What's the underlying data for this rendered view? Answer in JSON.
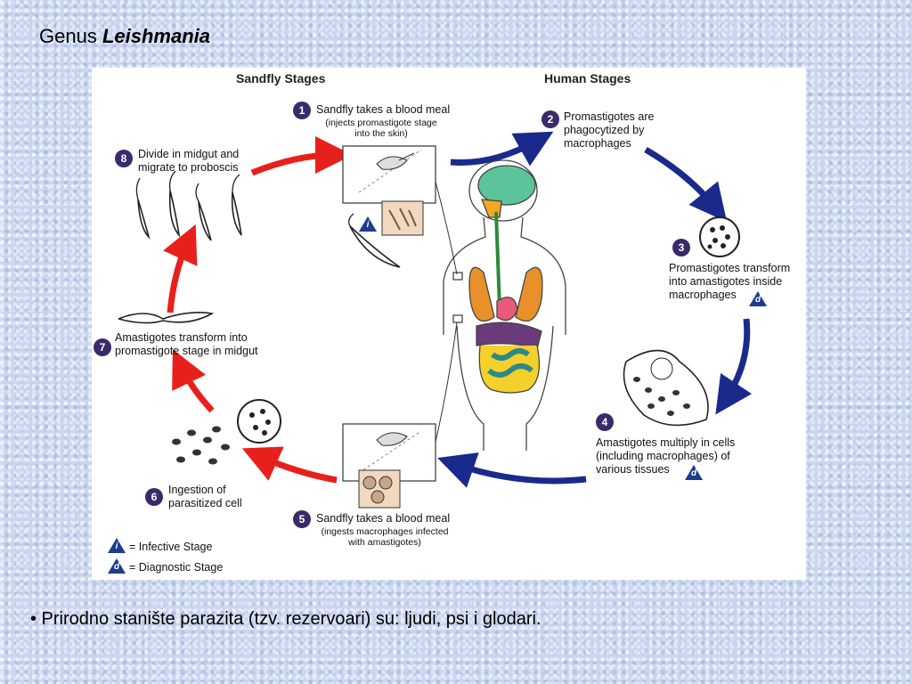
{
  "slide": {
    "title_prefix": "Genus ",
    "title_genus": "Leishmania",
    "bullet": "• Prirodno stanište parazita (tzv. rezervoari) su: ljudi, psi i glodari."
  },
  "diagram": {
    "header_sandfly": "Sandfly Stages",
    "header_human": "Human Stages",
    "steps": [
      {
        "num": "1",
        "text": "Sandfly takes a blood meal",
        "sub": "(injects promastigote stage\ninto the skin)"
      },
      {
        "num": "2",
        "text": "Promastigotes are\nphagocytized by\nmacrophages"
      },
      {
        "num": "3",
        "text": "Promastigotes transform\ninto amastigotes inside\nmacrophages"
      },
      {
        "num": "4",
        "text": "Amastigotes multiply in cells\n(including macrophages) of\nvarious tissues"
      },
      {
        "num": "5",
        "text": "Sandfly takes a blood meal",
        "sub": "(ingests macrophages infected\nwith amastigotes)"
      },
      {
        "num": "6",
        "text": "Ingestion of\nparasitized cell"
      },
      {
        "num": "7",
        "text": "Amastigotes transform into\npromastigote stage in midgut"
      },
      {
        "num": "8",
        "text": "Divide in midgut and\nmigrate to proboscis"
      }
    ],
    "legend": {
      "infective_symbol": "i",
      "infective": "= Infective Stage",
      "diagnostic_symbol": "d",
      "diagnostic": "= Diagnostic Stage"
    }
  },
  "colors": {
    "red_arrow": "#e8201c",
    "blue_arrow": "#1a2a8c",
    "badge": "#1a3d8f",
    "step_circle": "#3b2a6b"
  }
}
